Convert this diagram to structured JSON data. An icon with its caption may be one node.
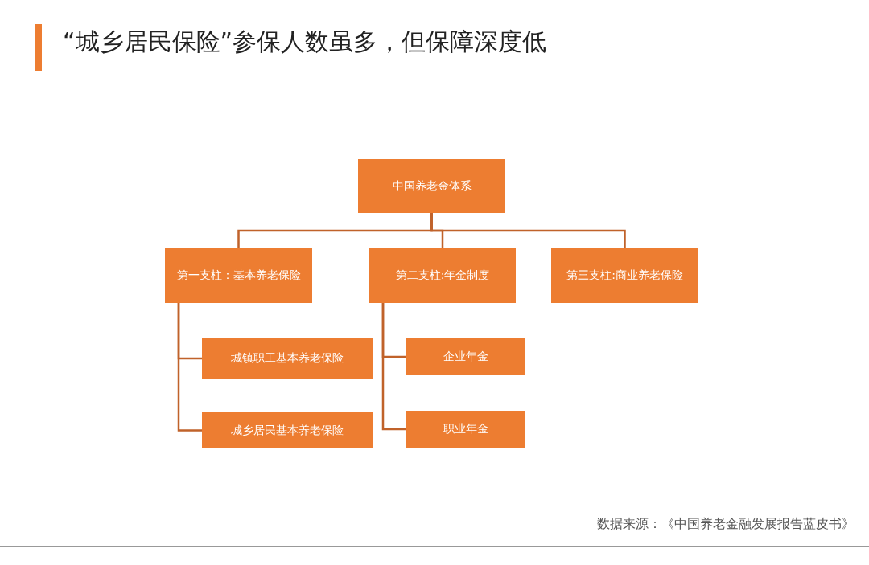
{
  "diagram": {
    "title": "“城乡居民保险”参保人数虽多，但保障深度低",
    "caption": "数据来源：《中国养老金融发展报告蓝皮书》",
    "nodes": [
      {
        "text": [
          "中国养老金体系"
        ]
      },
      {
        "text": [
          "第一支柱：基本养老保险"
        ]
      },
      {
        "text": [
          "第二支柱:年金制度"
        ]
      },
      {
        "text": [
          "第三支柱:商业养老保险"
        ]
      },
      {
        "text": [
          "城镇职工基本养老保险"
        ]
      },
      {
        "text": [
          "城乡居民基本养老保险"
        ]
      },
      {
        "text": [
          "企业年金"
        ]
      },
      {
        "text": [
          "职业年金"
        ]
      }
    ],
    "edges": [
      {
        "from": 0,
        "to": 1,
        "arrow": "none"
      },
      {
        "from": 0,
        "to": 2,
        "arrow": "none"
      },
      {
        "from": 0,
        "to": 3,
        "arrow": "none"
      },
      {
        "from": 1,
        "to": 4,
        "arrow": "none"
      },
      {
        "from": 1,
        "to": 5,
        "arrow": "none"
      },
      {
        "from": 2,
        "to": 6,
        "arrow": "none"
      },
      {
        "from": 2,
        "to": 7,
        "arrow": "none"
      }
    ]
  }
}
